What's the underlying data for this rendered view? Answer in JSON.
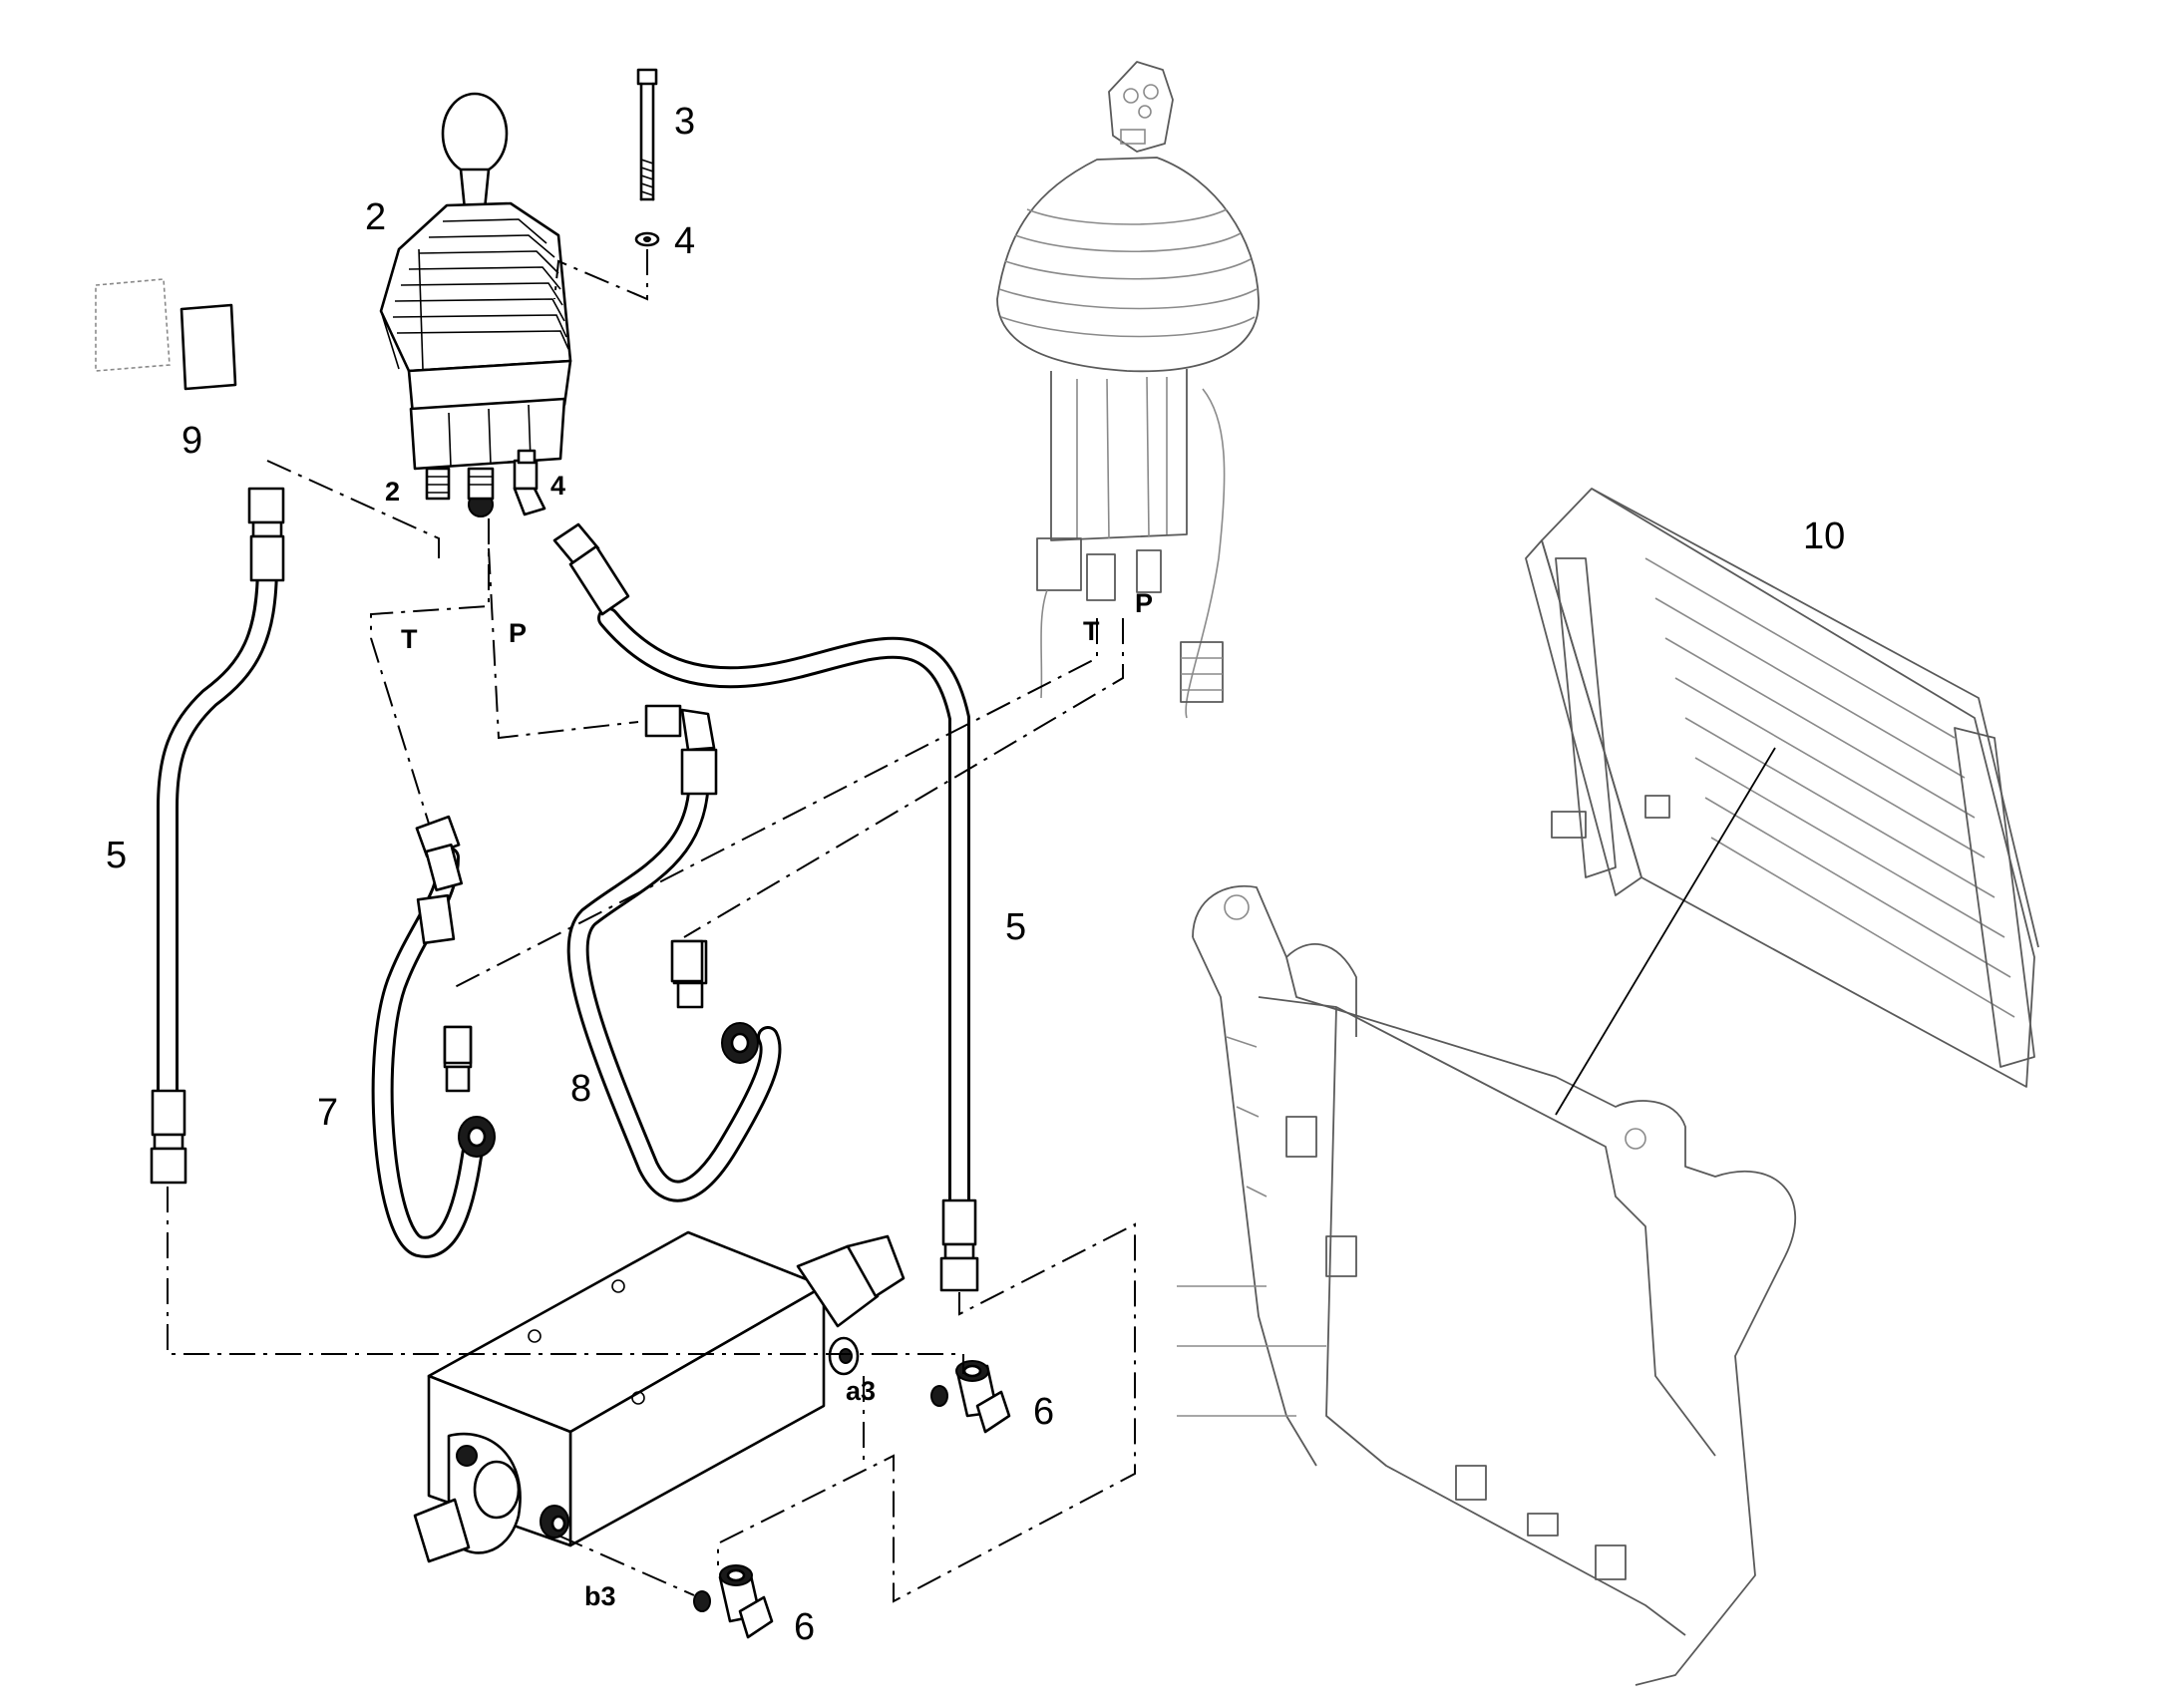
{
  "callouts": {
    "c2": "2",
    "c3": "3",
    "c4": "4",
    "c5a": "5",
    "c5b": "5",
    "c6a": "6",
    "c6b": "6",
    "c7": "7",
    "c8": "8",
    "c9": "9",
    "c10": "10"
  },
  "ports": {
    "p2": "2",
    "p4": "4",
    "t1": "T",
    "p1": "P",
    "t2": "T",
    "p2b": "P",
    "a3": "a3",
    "b3": "b3"
  }
}
